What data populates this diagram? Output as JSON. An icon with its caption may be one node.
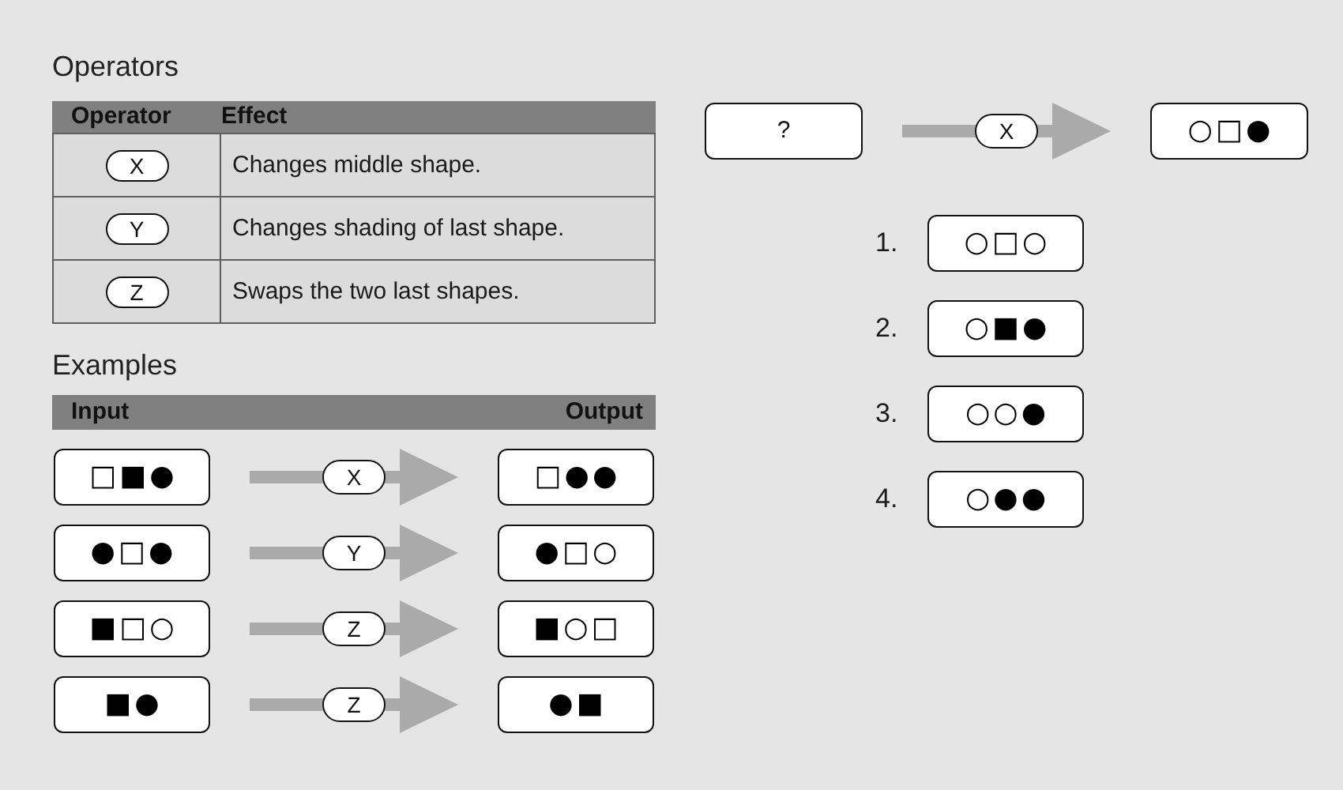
{
  "diagram": {
    "nodes": [
      {
        "text": [
          "□■●"
        ]
      },
      {
        "text": [
          "□●●"
        ]
      },
      {
        "text": [
          "●□●"
        ]
      },
      {
        "text": [
          "●□○"
        ]
      },
      {
        "text": [
          "■□○"
        ]
      },
      {
        "text": [
          "■○□"
        ]
      },
      {
        "text": [
          "■●"
        ]
      },
      {
        "text": [
          "●■"
        ]
      },
      {
        "text": [
          "?"
        ]
      },
      {
        "text": [
          "○□●"
        ]
      },
      {
        "text": [
          "○□○"
        ],
        "beside": [
          "1."
        ]
      },
      {
        "text": [
          "○■●"
        ],
        "beside": [
          "2."
        ]
      },
      {
        "text": [
          "○○●"
        ],
        "beside": [
          "3."
        ]
      },
      {
        "text": [
          "○●●"
        ],
        "beside": [
          "4."
        ]
      }
    ],
    "edges": [
      {
        "from": 0,
        "to": 1,
        "arrow": "to",
        "label": "X"
      },
      {
        "from": 2,
        "to": 3,
        "arrow": "to",
        "label": "Y"
      },
      {
        "from": 4,
        "to": 5,
        "arrow": "to",
        "label": "Z"
      },
      {
        "from": 6,
        "to": 7,
        "arrow": "to",
        "label": "Z"
      },
      {
        "from": 8,
        "to": 9,
        "arrow": "to",
        "label": "X"
      }
    ],
    "labels": [
      "Operators",
      "Operator",
      "Effect",
      "X",
      "Changes middle shape.",
      "Y",
      "Changes shading of last shape.",
      "Z",
      "Swaps the two last shapes.",
      "Examples",
      "Input",
      "Output"
    ]
  }
}
